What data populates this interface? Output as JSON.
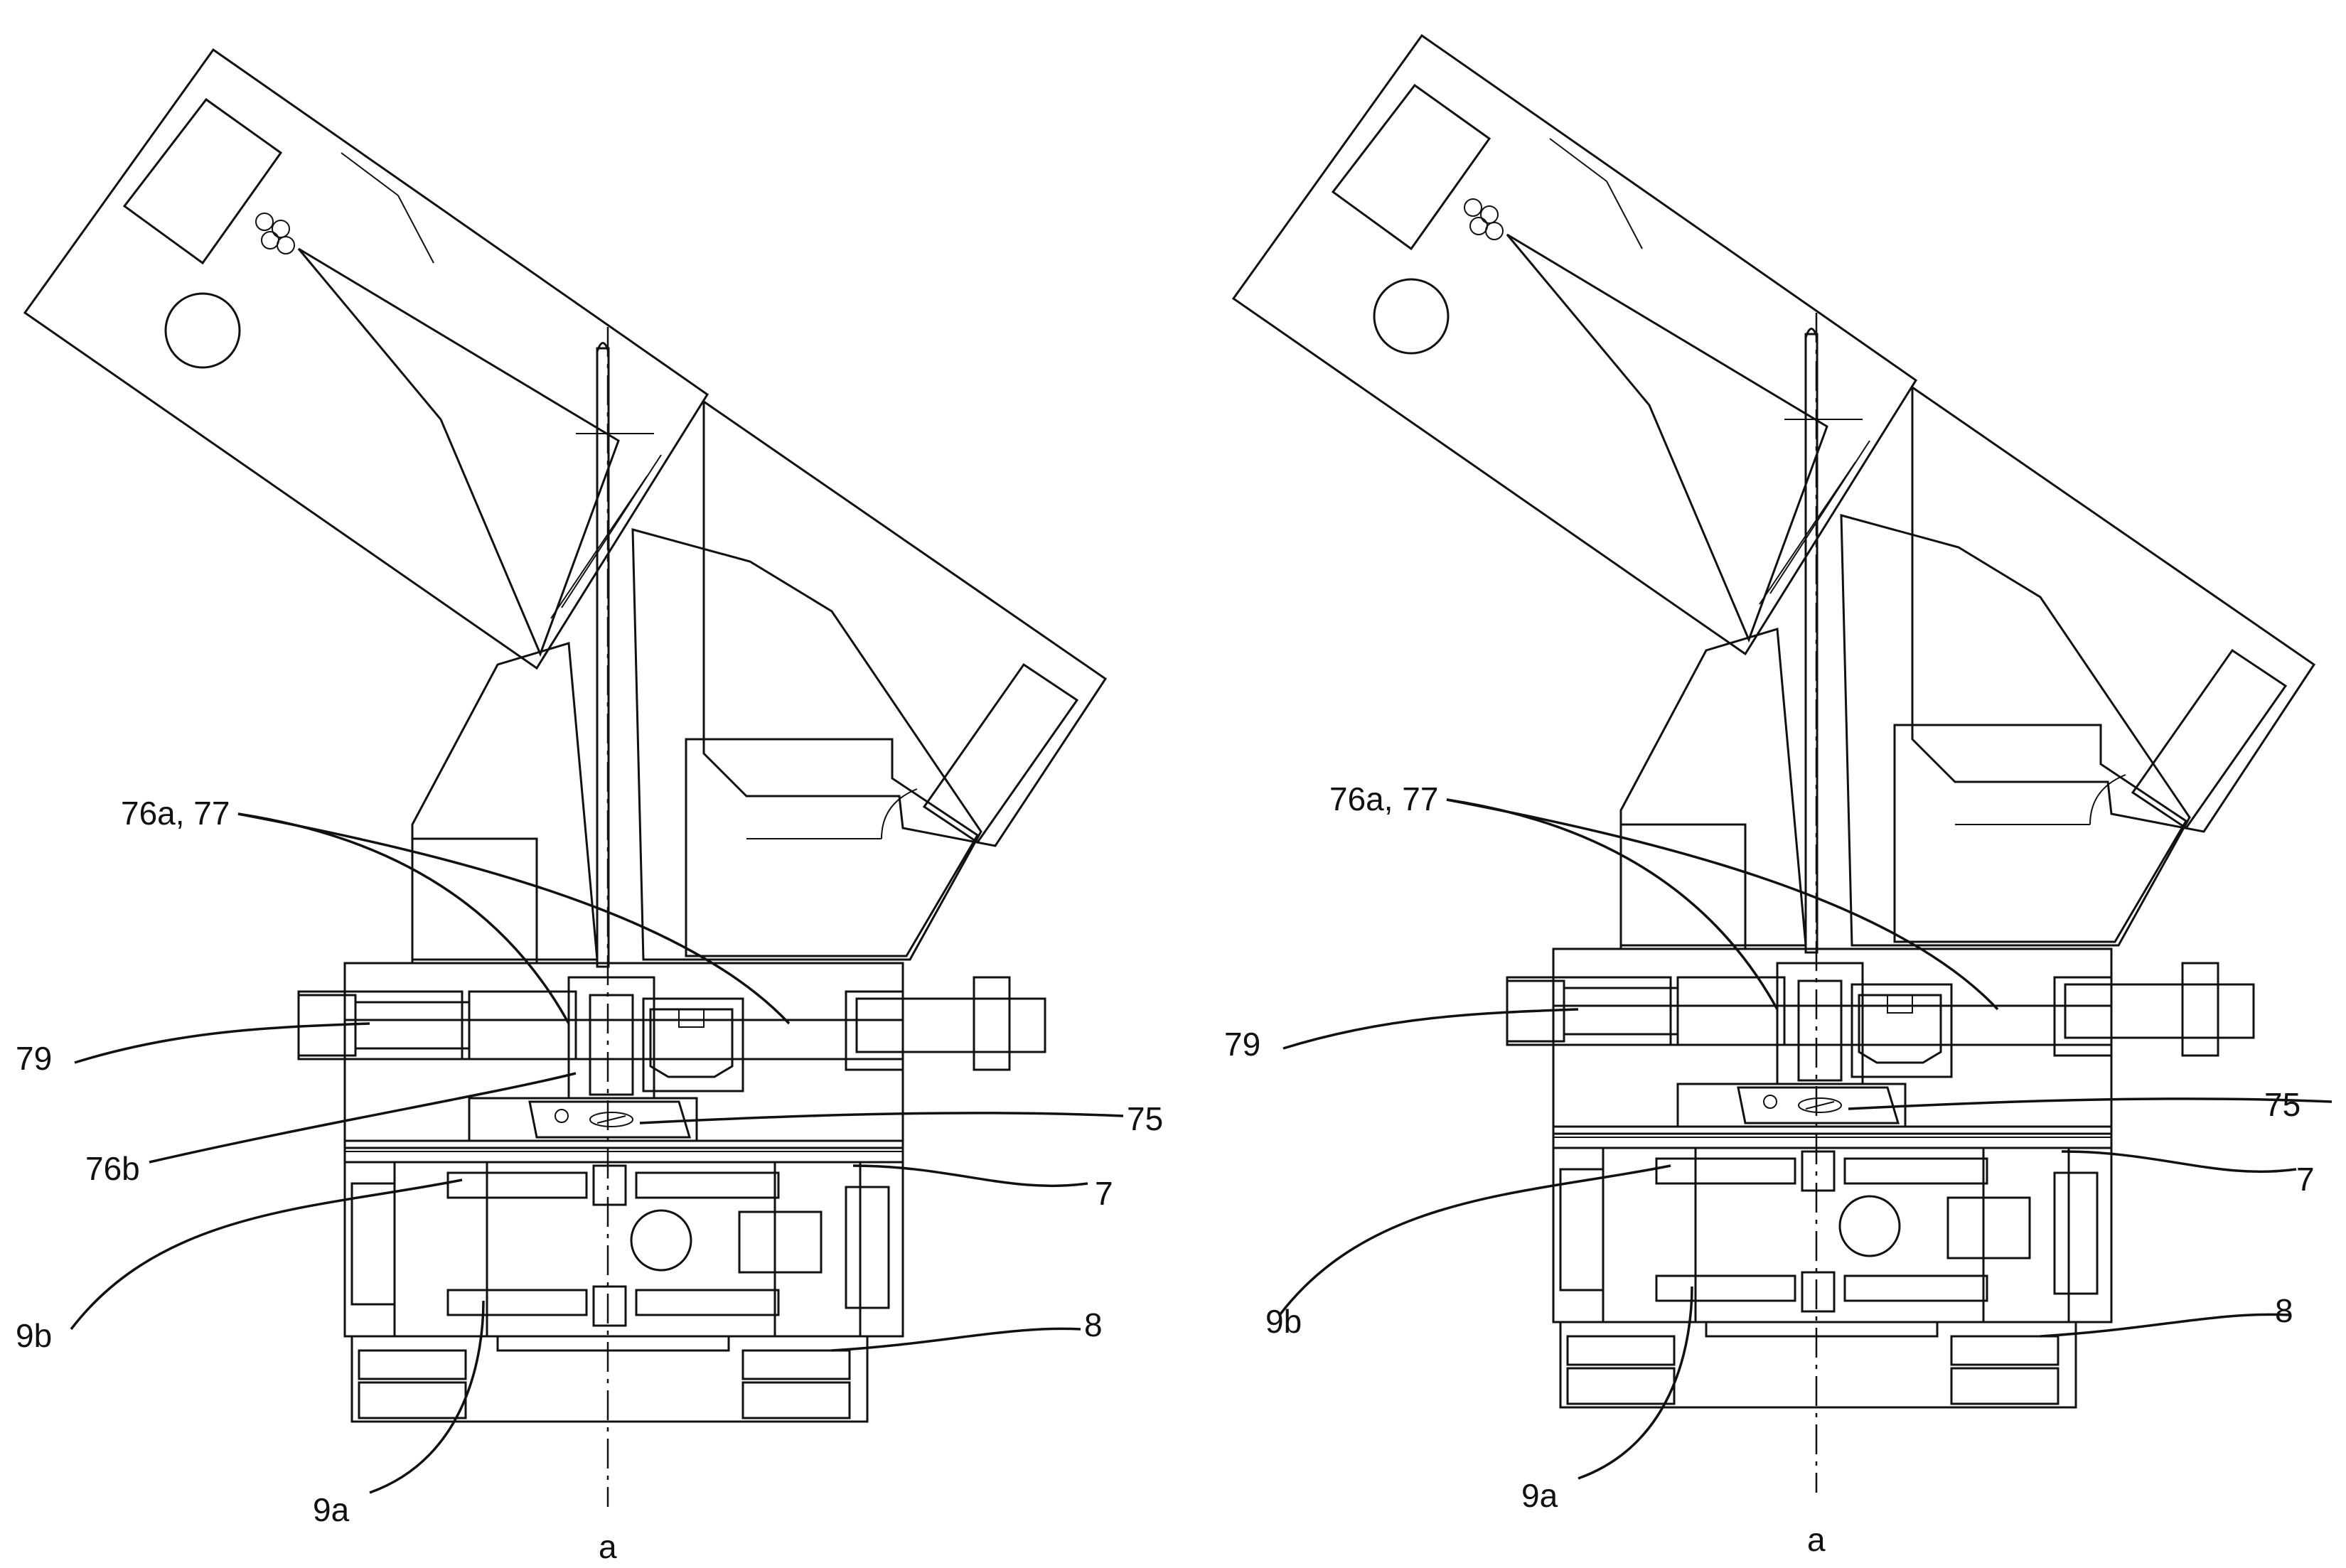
{
  "figures": [
    {
      "id": "left",
      "labels": {
        "l76a77": "76a, 77",
        "l79": "79",
        "l75": "75",
        "l76b": "76b",
        "l7": "7",
        "l9b": "9b",
        "l8": "8",
        "l9a": "9a",
        "la": "a"
      }
    },
    {
      "id": "right",
      "labels": {
        "l76a77": "76a, 77",
        "l79": "79",
        "l75": "75",
        "l7": "7",
        "l9b": "9b",
        "l8": "8",
        "l9a": "9a",
        "la": "a"
      }
    }
  ]
}
